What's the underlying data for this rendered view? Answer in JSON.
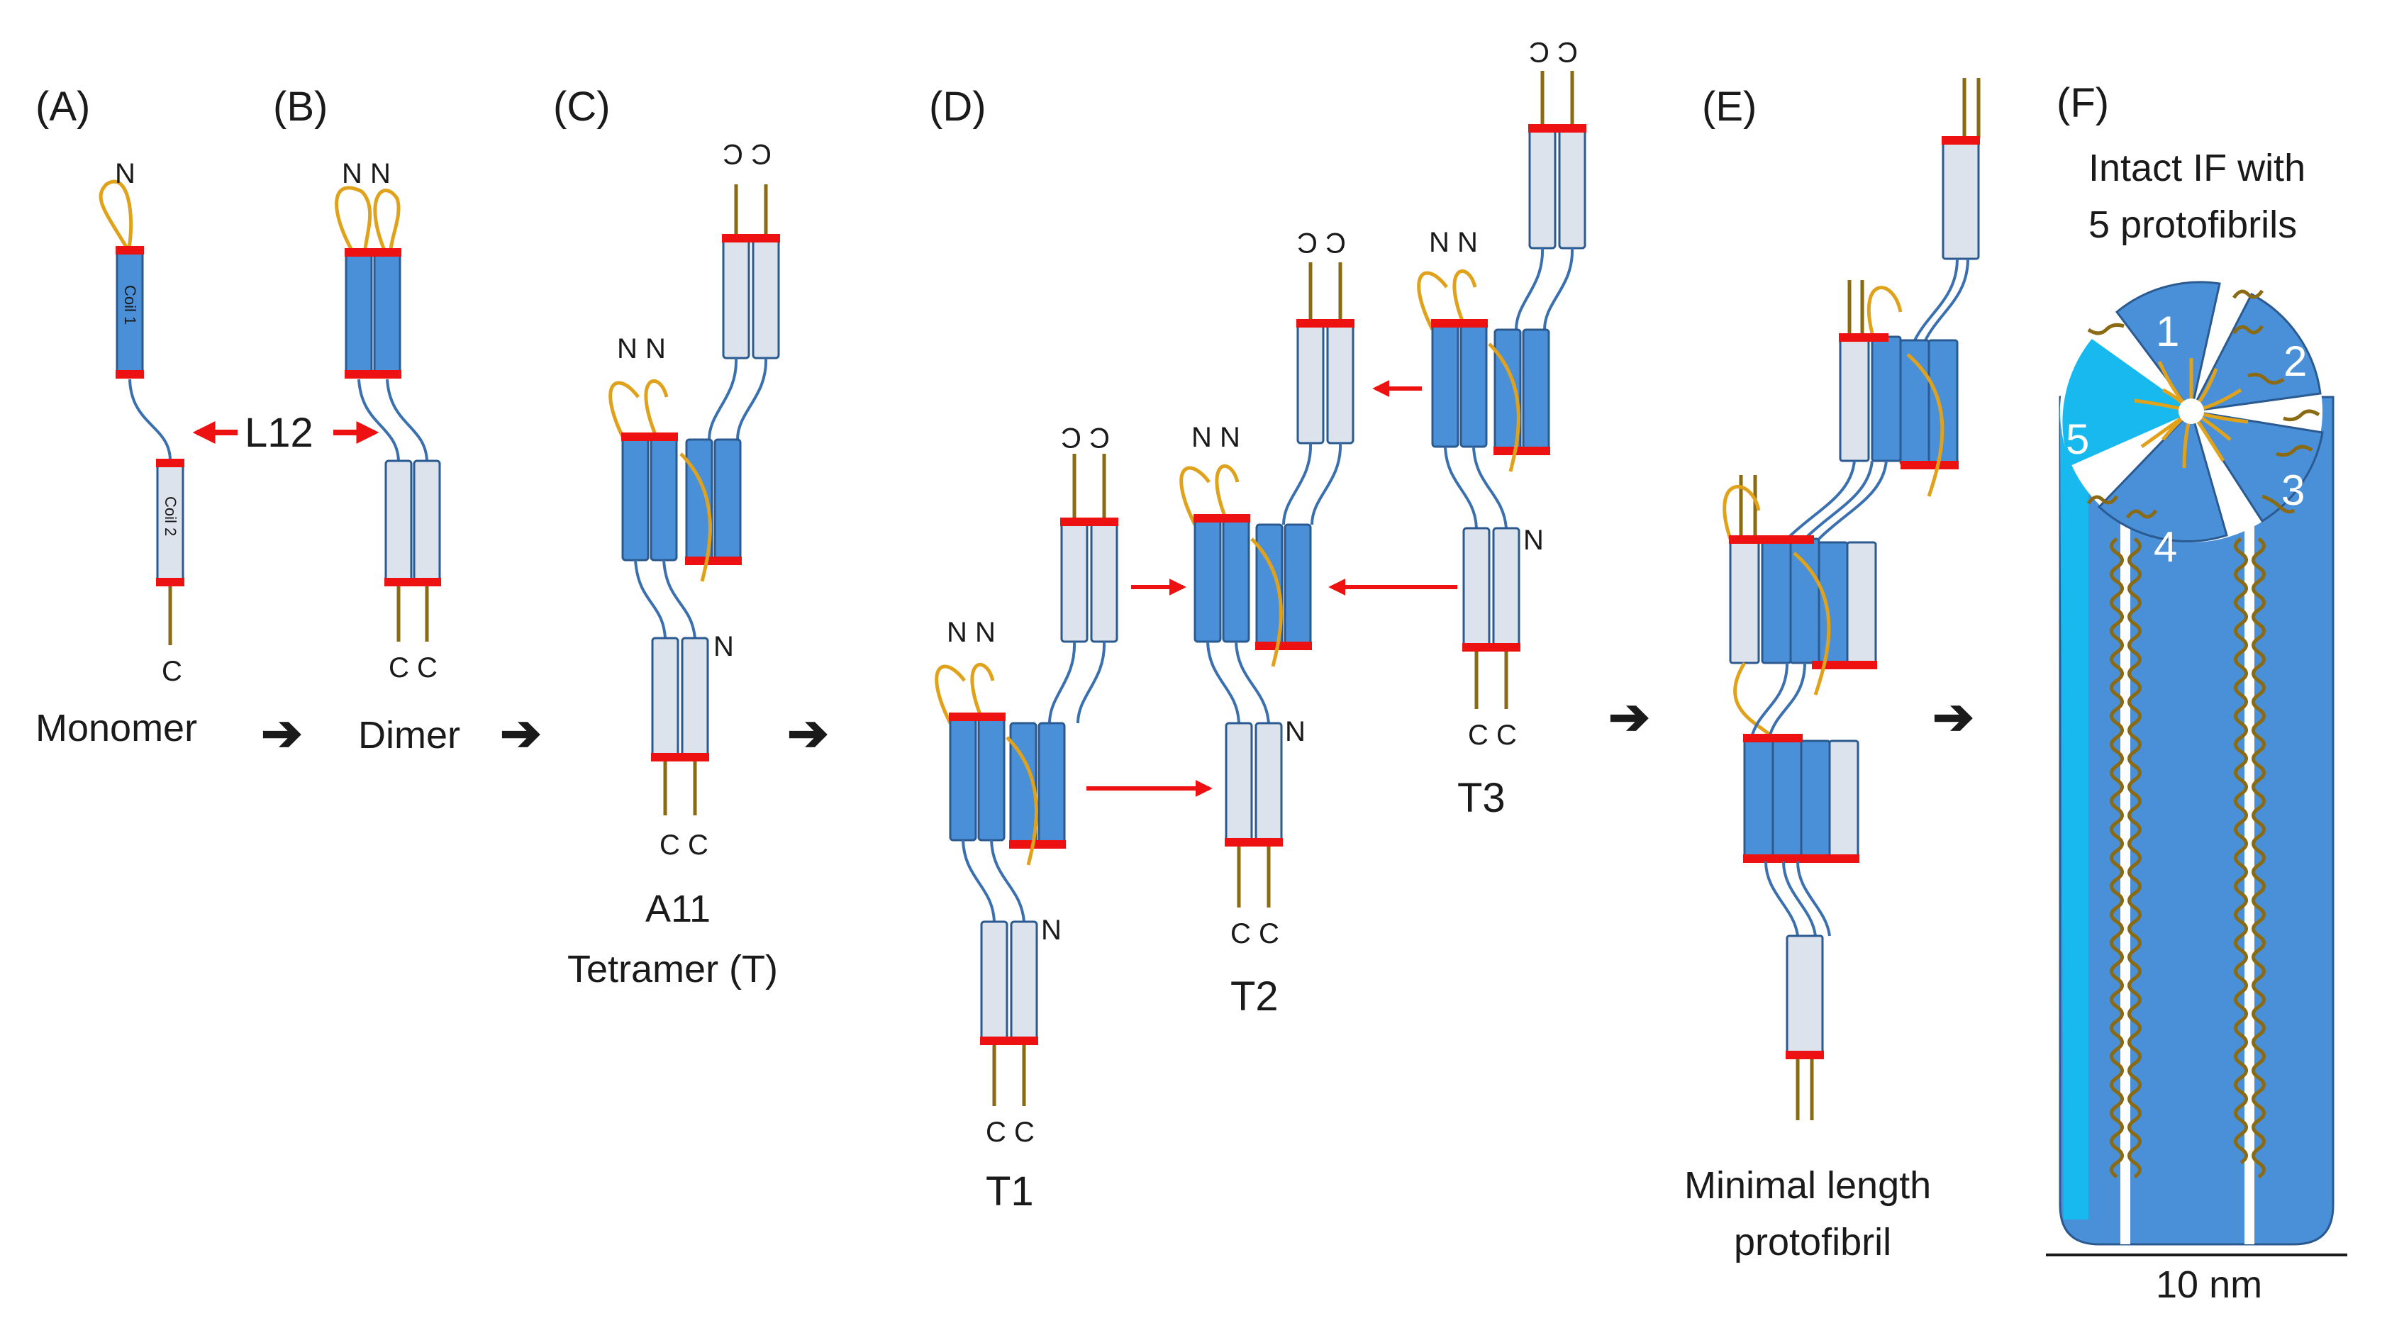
{
  "panels": {
    "a": "(A)",
    "b": "(B)",
    "c": "(C)",
    "d": "(D)",
    "e": "(E)",
    "f": "(F)"
  },
  "stage_labels": {
    "monomer": "Monomer",
    "dimer": "Dimer",
    "a11": "A11",
    "tetramer": "Tetramer (T)",
    "t1": "T1",
    "t2": "T2",
    "t3": "T3",
    "protofibril_line1": "Minimal length",
    "protofibril_line2": "protofibril",
    "intact_line1": "Intact IF with",
    "intact_line2": "5 protofibrils",
    "scale": "10 nm",
    "linker": "L12"
  },
  "termini": {
    "n": "N",
    "c": "C",
    "nn": "N N",
    "cc": "C C",
    "cc_flipped": "C C"
  },
  "coils": {
    "coil1": "Coil 1",
    "coil2": "Coil 2"
  },
  "protofibrils": [
    "1",
    "2",
    "3",
    "4",
    "5"
  ],
  "colors": {
    "coil1": "#4a90d9",
    "coil2": "#dde3ec",
    "cap": "#ee1111",
    "linker": "#3a6fb0",
    "tail_head": "#e0a21a",
    "tail_rod": "#8a6a12",
    "arrow_red": "#ee1111",
    "arrow_black": "#111111",
    "if_body": "#4a90d9",
    "if_light": "#17b9ee"
  }
}
